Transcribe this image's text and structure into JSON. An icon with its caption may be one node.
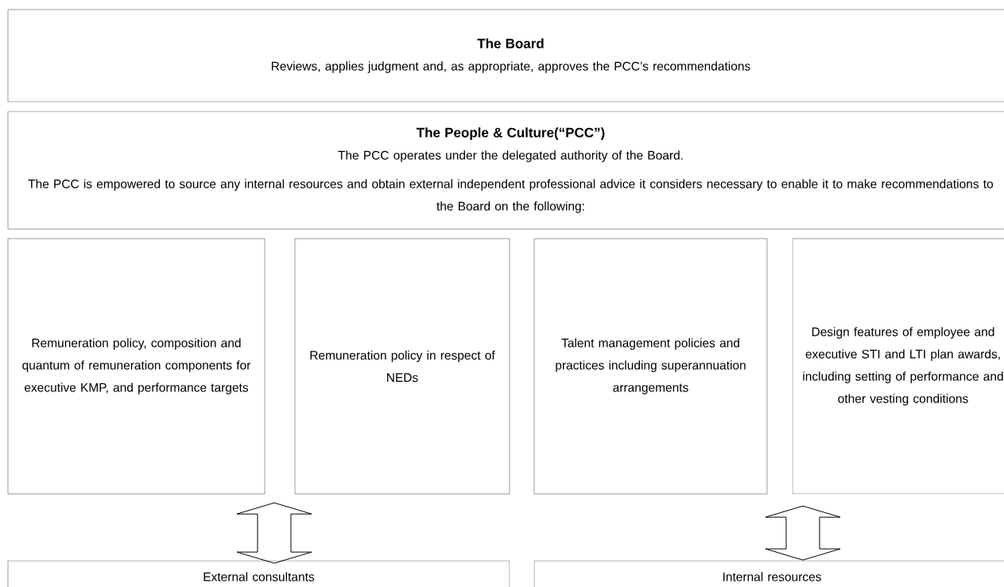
{
  "diagram": {
    "nodes": [
      {
        "text": [
          "The Board",
          "Reviews, applies judgment and, as appropriate, approves the PCC’s recommendations"
        ]
      },
      {
        "text": [
          "The People & Culture(“PCC”)",
          "The PCC operates under the delegated authority of the Board.",
          "The PCC is empowered to source any internal resources and obtain external independent professional advice it considers necessary to enable it to make recommendations to the Board on the following:"
        ]
      },
      {
        "text": [
          "Remuneration policy, composition and quantum of remuneration components for executive KMP, and performance targets"
        ]
      },
      {
        "text": [
          "Remuneration policy in respect of NEDs"
        ]
      },
      {
        "text": [
          "Talent management policies and practices including superannuation arrangements"
        ]
      },
      {
        "text": [
          "Design features of employee and executive STI and LTI plan awards, including setting of performance and other vesting conditions"
        ]
      },
      {
        "text": [
          "External consultants"
        ]
      },
      {
        "text": [
          "Internal resources"
        ]
      }
    ],
    "edges": [
      {
        "from": 2,
        "to": 6,
        "arrow": "both"
      },
      {
        "from": 5,
        "to": 7,
        "arrow": "both"
      }
    ]
  }
}
